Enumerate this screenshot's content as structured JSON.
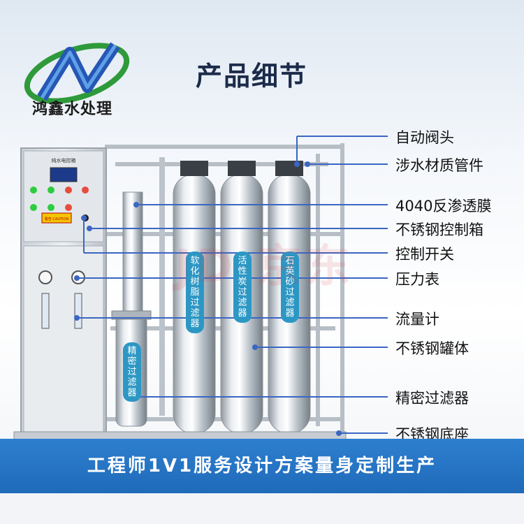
{
  "brand": {
    "name": "鸿鑫水处理"
  },
  "title": "产品细节",
  "panel": {
    "title": "纯水电控箱",
    "caution": "警告 CAUTION"
  },
  "tanks": [
    {
      "label": "软化树脂过滤器"
    },
    {
      "label": "活性炭过滤器"
    },
    {
      "label": "石英砂过滤器"
    }
  ],
  "precision_filter": {
    "label": "精密过滤器"
  },
  "watermark": "JD 京东",
  "callouts": [
    "自动阀头",
    "涉水材质管件",
    "4040反渗透膜",
    "不锈钢控制箱",
    "控制开关",
    "压力表",
    "流量计",
    "不锈钢罐体",
    "精密过滤器",
    "不锈钢底座"
  ],
  "banner": "工程师1V1服务设计方案量身定制生产",
  "colors": {
    "accent_blue": "#1f6ab9",
    "line_blue": "#3a66c4",
    "logo_green": "#2e9a3a"
  }
}
